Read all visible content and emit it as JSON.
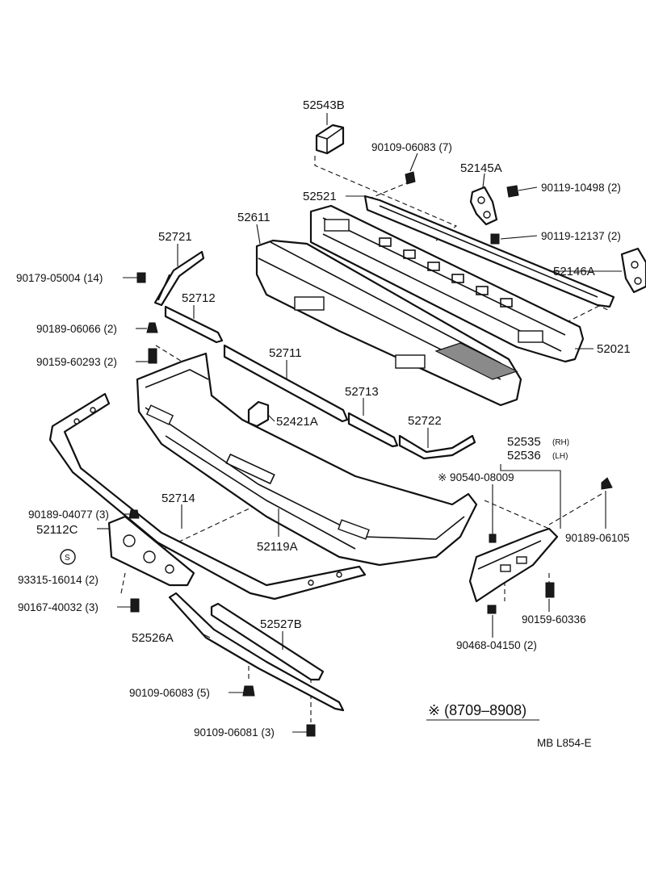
{
  "parts": {
    "p52543B": "52543B",
    "p90109_06083_7": "90109-06083 (7)",
    "p52145A": "52145A",
    "p90119_10498": "90119-10498 (2)",
    "p52521": "52521",
    "p52611": "52611",
    "p90119_12137": "90119-12137 (2)",
    "p52721": "52721",
    "p52146A": "52146A",
    "p90179_05004": "90179-05004 (14)",
    "p52712": "52712",
    "p52021": "52021",
    "p90189_06066": "90189-06066 (2)",
    "p52711": "52711",
    "p90159_60293": "90159-60293 (2)",
    "p52713": "52713",
    "p52421A": "52421A",
    "p52722": "52722",
    "p52535": "52535",
    "p52536": "52536",
    "rh": "(RH)",
    "lh": "(LH)",
    "p90540_08009": "※ 90540-08009",
    "p52714": "52714",
    "p90189_04077": "90189-04077 (3)",
    "p52112C": "52112C",
    "p52119A": "52119A",
    "p90189_06105": "90189-06105",
    "s_mark": "S",
    "p93315_16014": "93315-16014 (2)",
    "p90167_40032": "90167-40032 (3)",
    "p90159_60336": "90159-60336",
    "p52527B": "52527B",
    "p52526A": "52526A",
    "p90468_04150": "90468-04150 (2)",
    "p90109_06083_5": "90109-06083 (5)",
    "p90109_06081": "90109-06081 (3)"
  },
  "note": "※ (8709–8908)",
  "code": "MB  L854-E"
}
